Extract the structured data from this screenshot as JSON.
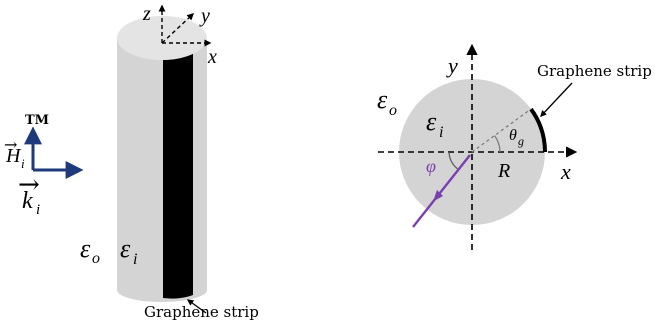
{
  "left_panel": {
    "axes": {
      "z": "z",
      "y": "y",
      "x": "x"
    },
    "polarization": "TM",
    "field_vector": {
      "arrow": "→",
      "base": "H",
      "sub": "i"
    },
    "wave_vector": {
      "arrow": "→",
      "base": "k",
      "sub": "i"
    },
    "eps_outer": {
      "base": "ε",
      "sub": "o"
    },
    "eps_inner": {
      "base": "ε",
      "sub": "i"
    },
    "strip_label": "Graphene strip"
  },
  "right_panel": {
    "axes": {
      "y": "y",
      "x": "x"
    },
    "strip_label": "Graphene strip",
    "eps_outer": {
      "base": "ε",
      "sub": "o"
    },
    "eps_inner": {
      "base": "ε",
      "sub": "i"
    },
    "theta": {
      "base": "θ",
      "sub": "g"
    },
    "radius": "R",
    "phi": "φ"
  },
  "colors": {
    "cylinder_side": "#d4d4d4",
    "cylinder_top": "#e2e2e2",
    "disk_fill": "#d4d4d4",
    "strip": "#000000",
    "field_arrow": "#1f3a7a",
    "incident_ray": "#7a3fb0"
  }
}
